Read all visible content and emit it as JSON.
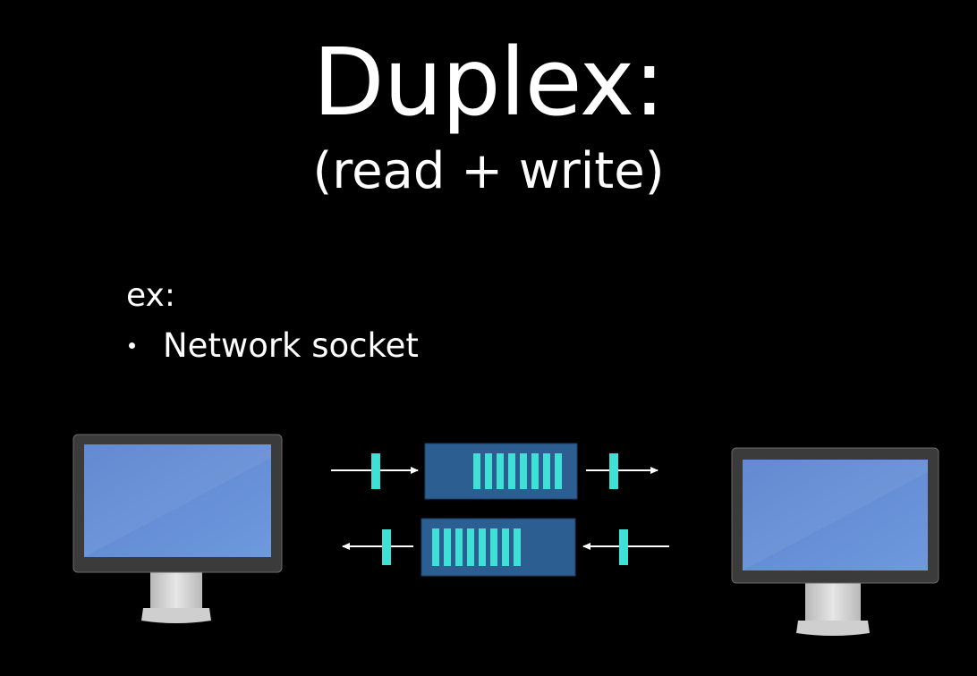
{
  "slide": {
    "title": "Duplex:",
    "subtitle": "(read + write)",
    "example_label": "ex:",
    "examples": [
      "Network socket"
    ]
  },
  "diagram": {
    "left_device": "monitor-icon",
    "right_device": "monitor-icon",
    "channels": [
      {
        "direction": "right",
        "buffered_packets": 8
      },
      {
        "direction": "left",
        "buffered_packets": 8
      }
    ],
    "colors": {
      "background": "#000000",
      "text": "#ffffff",
      "screen": "#5b87d4",
      "monitor_frame": "#3a3a3a",
      "stand": "#d7d7d7",
      "buffer": "#2c5e92",
      "packet": "#3fe1d6",
      "arrow": "#ffffff"
    }
  }
}
